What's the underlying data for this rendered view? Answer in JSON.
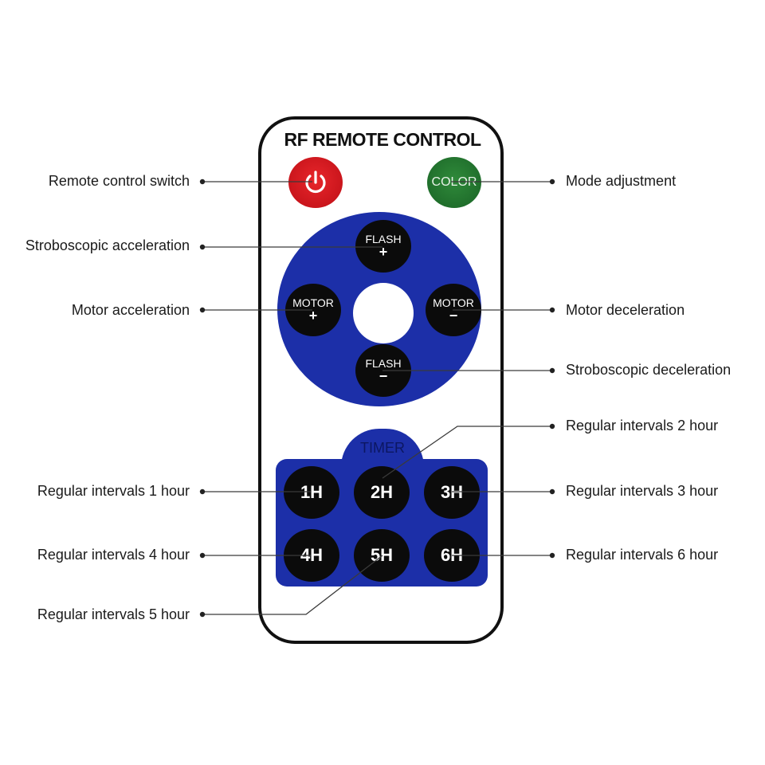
{
  "remote": {
    "title": "RF REMOTE CONTROL",
    "power_icon": "power-icon",
    "color_label": "COLOR",
    "flash_up": {
      "top": "FLASH",
      "sign": "+"
    },
    "flash_down": {
      "top": "FLASH",
      "sign": "−"
    },
    "motor_left": {
      "top": "MOTOR",
      "sign": "+"
    },
    "motor_right": {
      "top": "MOTOR",
      "sign": "−"
    },
    "timer_label": "TIMER",
    "timer_buttons": [
      "1H",
      "2H",
      "3H",
      "4H",
      "5H",
      "6H"
    ]
  },
  "callouts": {
    "power": "Remote control switch",
    "color": "Mode adjustment",
    "flash_up": "Stroboscopic acceleration",
    "motor_left": "Motor acceleration",
    "motor_right": "Motor deceleration",
    "flash_down": "Stroboscopic deceleration",
    "h1": "Regular intervals 1 hour",
    "h2": "Regular intervals 2 hour",
    "h3": "Regular intervals 3 hour",
    "h4": "Regular intervals 4 hour",
    "h5": "Regular intervals 5 hour",
    "h6": "Regular intervals 6 hour"
  },
  "colors": {
    "blue_panel": "#1c2fa8",
    "power_red": "#c8141b",
    "color_green": "#1e6b2a",
    "button_black": "#0b0b0b",
    "outline": "#111111"
  }
}
